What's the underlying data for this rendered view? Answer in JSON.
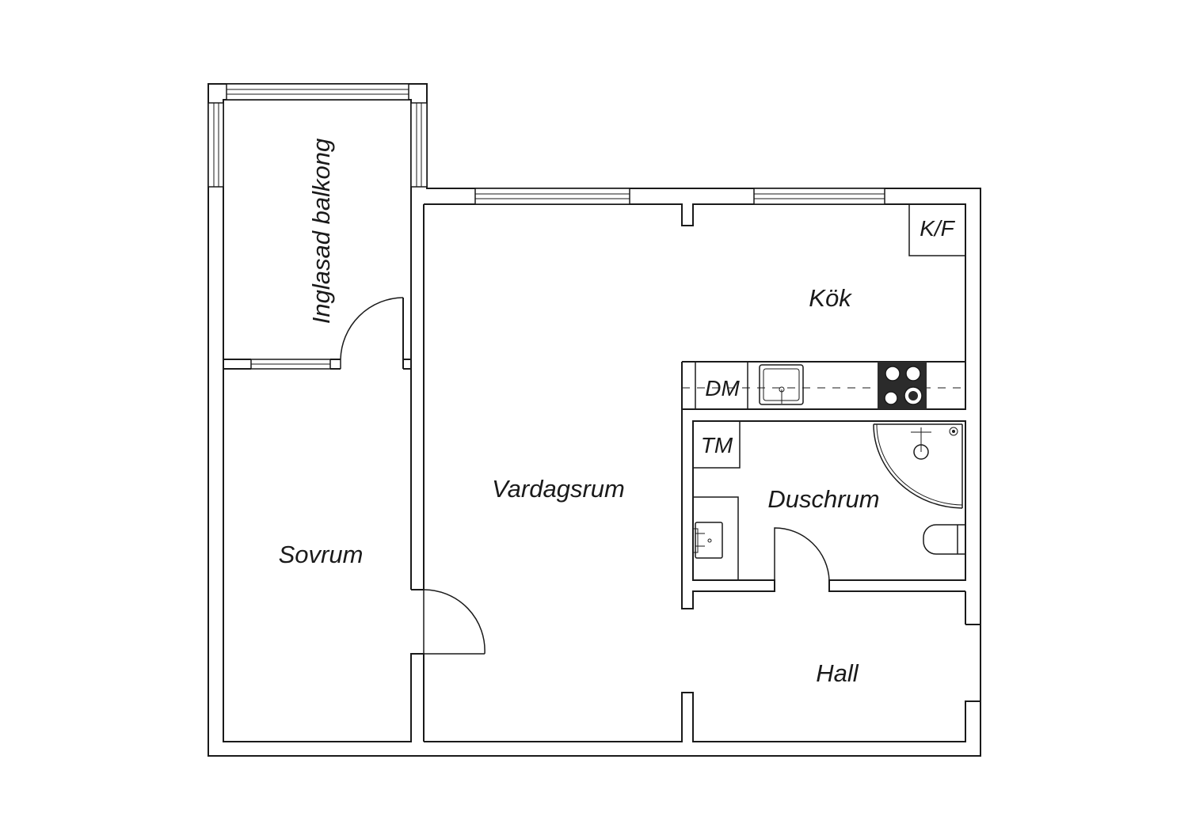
{
  "rooms": {
    "balcony": "Inglasad balkong",
    "kitchen": "Kök",
    "living": "Vardagsrum",
    "bedroom": "Sovrum",
    "shower": "Duschrum",
    "hall": "Hall"
  },
  "fixtures": {
    "fridge_freezer": "K/F",
    "dishwasher": "DM",
    "washing_machine": "TM"
  },
  "colors": {
    "line": "#1a1a1a",
    "stove": "#2b2b2b",
    "background": "#ffffff"
  }
}
